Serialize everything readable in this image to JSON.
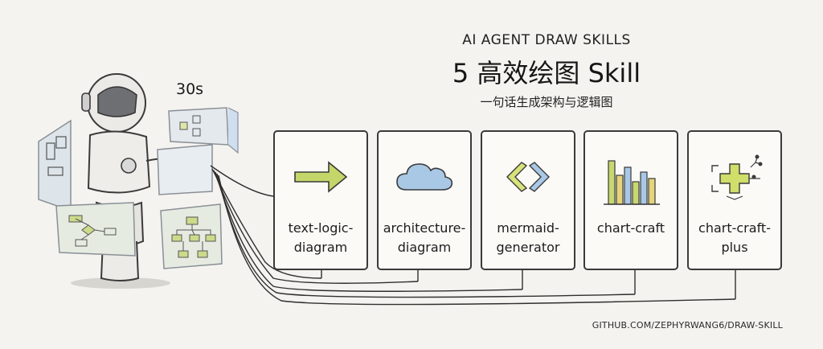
{
  "header": {
    "eyebrow": "AI AGENT DRAW SKILLS",
    "headline": "5 高效绘图 Skill",
    "subline": "一句话生成架构与逻辑图"
  },
  "robot": {
    "timer": "30s"
  },
  "skills": [
    {
      "line1": "text-logic-",
      "line2": "diagram",
      "icon": "arrow-right-icon"
    },
    {
      "line1": "architecture-",
      "line2": "diagram",
      "icon": "cloud-icon"
    },
    {
      "line1": "mermaid-",
      "line2": "generator",
      "icon": "code-brackets-icon"
    },
    {
      "line1": "chart-craft",
      "line2": "",
      "icon": "bar-chart-icon"
    },
    {
      "line1": "chart-craft-",
      "line2": "plus",
      "icon": "plus-network-icon"
    }
  ],
  "footer": {
    "repo": "GITHUB.COM/ZEPHYRWANG6/DRAW-SKILL"
  },
  "colors": {
    "background": "#f4f3ef",
    "ink": "#2b2b2b",
    "accent_green": "#b8d46a",
    "accent_blue": "#8fb7dc",
    "accent_yellow": "#e8d27a"
  }
}
